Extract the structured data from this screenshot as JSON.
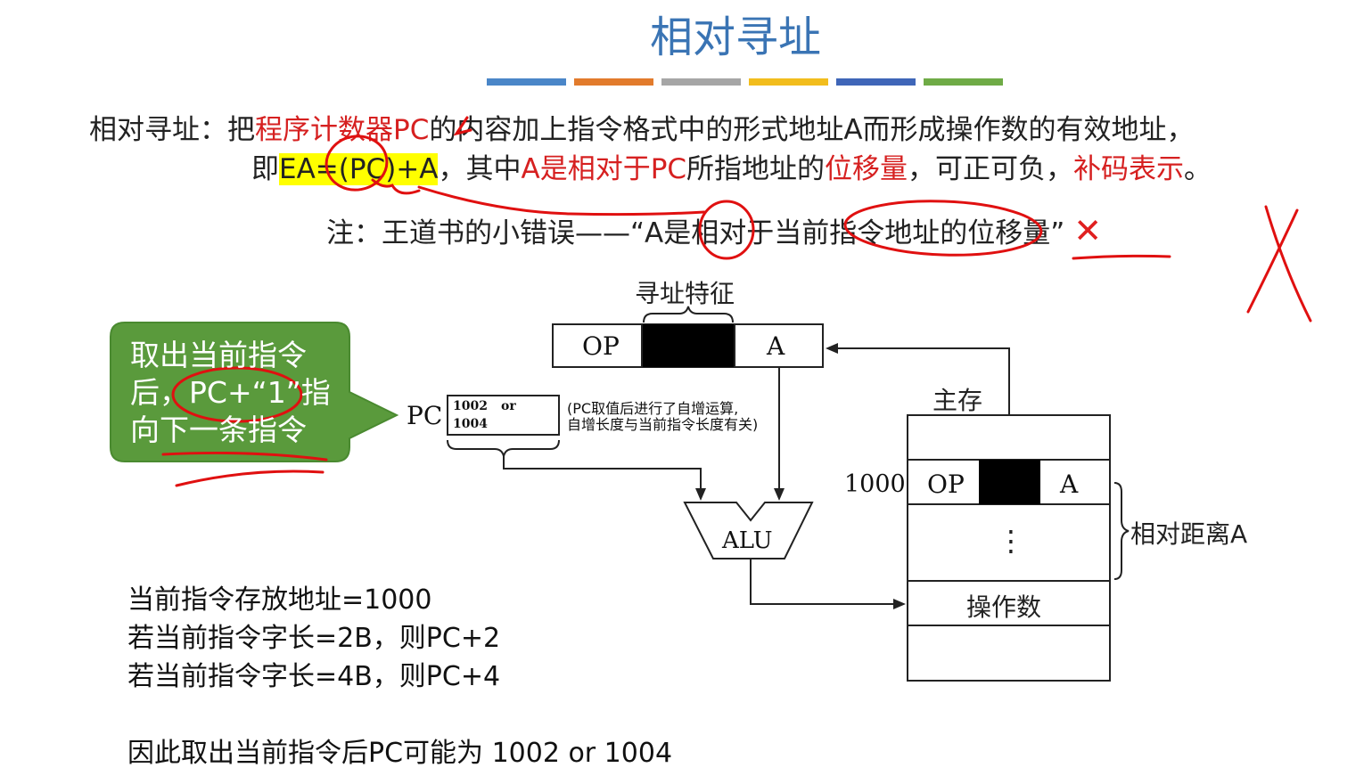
{
  "title": "相对寻址",
  "title_bar_colors": [
    "#4a86c8",
    "#e27b2c",
    "#a6a6a6",
    "#f2bd1d",
    "#3f66b8",
    "#6fab46"
  ],
  "definition": {
    "prefix": "相对寻址：把",
    "red1": "程序计数器PC",
    "mid1": "的内容加上指令格式中的形式地址A而形成操作数的有效地址，",
    "line2_prefix": "即",
    "formula": "EA=(PC)+A",
    "line2_mid": "，其中",
    "red2": "A是相对于PC",
    "line2_mid2": "所指地址的",
    "red3": "位移量",
    "line2_mid3": "，可正可负，",
    "red4": "补码表示",
    "line2_end": "。"
  },
  "note": {
    "text": "注：王道书的小错误——“A是相对于当前指令地址的位移量”",
    "x_mark": "✕"
  },
  "callout": {
    "line1": "取出当前指令",
    "line2": "后，PC+“1”指",
    "line3": "向下一条指令",
    "color": "#5a9a3c"
  },
  "diagram": {
    "addr_feature_label": "寻址特征",
    "instr_op": "OP",
    "instr_a": "A",
    "pc_label": "PC",
    "pc_value1": "1002",
    "pc_or": "or",
    "pc_value2": "1004",
    "pc_note_line1": "(PC取值后进行了自增运算,",
    "pc_note_line2": "自增长度与当前指令长度有关)",
    "alu_label": "ALU",
    "memory_label": "主存",
    "mem_addr": "1000",
    "mem_op": "OP",
    "mem_a": "A",
    "mem_dots": "⋮",
    "mem_operand": "操作数",
    "relative_distance": "相对距离A"
  },
  "bottom_text": {
    "line1": "当前指令存放地址=1000",
    "line2": "若当前指令字长=2B，则PC+2",
    "line3": "若当前指令字长=4B，则PC+4",
    "line4": "因此取出当前指令后PC可能为 1002 or 1004"
  }
}
